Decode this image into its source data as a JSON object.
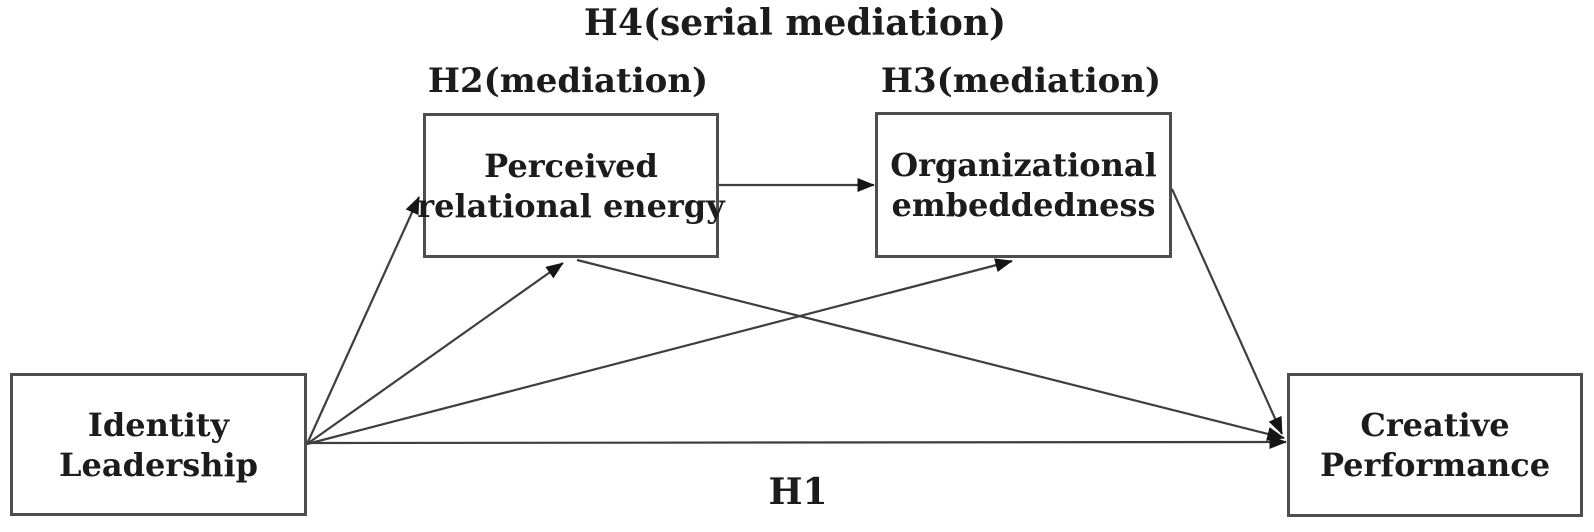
{
  "figure": {
    "type": "path-diagram",
    "description": "Serial mediation research model",
    "colors": {
      "background": "#ffffff",
      "line": "#3e3e3e",
      "box_border": "#4e4e4e",
      "text": "#1c1c1c"
    }
  },
  "labels": {
    "h4": "H4(serial mediation)",
    "h2": "H2(mediation)",
    "h3": "H3(mediation)",
    "h1": "H1"
  },
  "nodes": {
    "identity_leadership": {
      "lines": [
        "Identity",
        "Leadership"
      ]
    },
    "perceived_relational_energy": {
      "lines": [
        "Perceived",
        "relational energy"
      ]
    },
    "organizational_embeddedness": {
      "lines": [
        "Organizational",
        "embeddedness"
      ]
    },
    "creative_performance": {
      "lines": [
        "Creative",
        "Performance"
      ]
    }
  },
  "edges": [
    {
      "from": "Identity Leadership",
      "to": "Perceived relational energy",
      "enters": "left-edge"
    },
    {
      "from": "Identity Leadership",
      "to": "Perceived relational energy",
      "enters": "bottom-edge"
    },
    {
      "from": "Identity Leadership",
      "to": "Organizational embeddedness",
      "enters": "bottom-edge"
    },
    {
      "from": "Identity Leadership",
      "to": "Creative Performance",
      "label": "H1",
      "enters": "left-edge"
    },
    {
      "from": "Perceived relational energy",
      "to": "Organizational embeddedness",
      "enters": "left-edge"
    },
    {
      "from": "Perceived relational energy",
      "to": "Creative Performance",
      "enters": "left-edge"
    },
    {
      "from": "Organizational embeddedness",
      "to": "Creative Performance",
      "enters": "left-edge"
    }
  ]
}
